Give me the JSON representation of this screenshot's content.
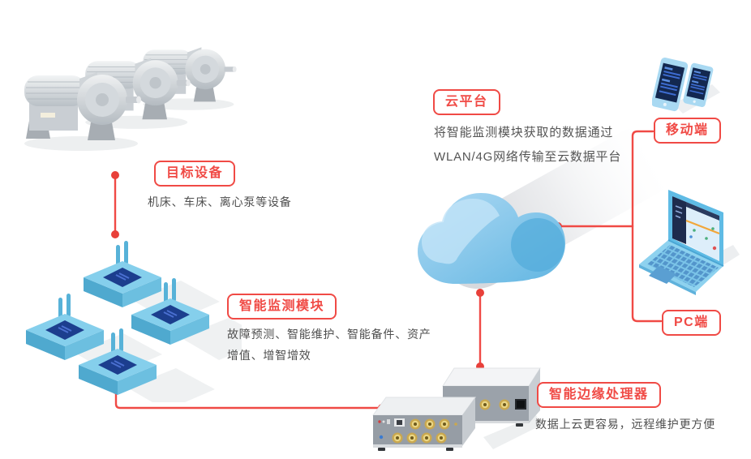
{
  "colors": {
    "accent": "#f04a45",
    "dot": "#e8403a",
    "device_blue": "#7ec8e8",
    "screen_navy": "#16284e",
    "cloud_blue": "#7fc4e8",
    "metal_gray": "#9aa0a8",
    "connector_gold": "#caa84e"
  },
  "nodes": {
    "target_device": {
      "label": "目标设备",
      "description": "机床、车床、离心泵等设备"
    },
    "monitor_module": {
      "label": "智能监测模块",
      "description_lines": [
        "故障预测、智能维护、智能备件、资产",
        "增值、增智增效"
      ]
    },
    "cloud": {
      "label": "云平台",
      "description_lines": [
        "将智能监测模块获取的数据通过",
        "WLAN/4G网络传输至云数据平台"
      ]
    },
    "edge_processor": {
      "label": "智能边缘处理器",
      "description": "数据上云更容易，远程维护更方便"
    },
    "mobile": {
      "label": "移动端"
    },
    "pc": {
      "label": "PC端"
    }
  },
  "illustrations": {
    "motors": "gear-motors",
    "sensor_modules": "wireless-sensor-modules",
    "cloud": "cloud-shape",
    "edge_processor": "edge-processor-boxes",
    "phones": "smartphones",
    "laptop": "laptop-dashboard"
  }
}
